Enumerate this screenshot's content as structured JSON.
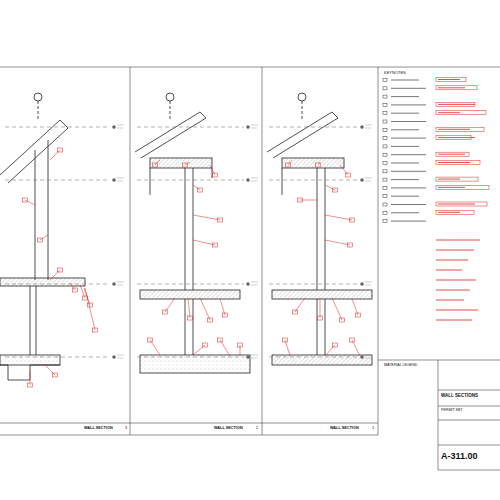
{
  "diagram": {
    "labels": [
      "KEYNOTES",
      "MATERIAL LEGEND",
      "WALL SECTIONS",
      "PERMIT SET",
      "A-311.00",
      "WALL SECTION",
      "3",
      "WALL SECTION",
      "2",
      "WALL SECTION",
      "1"
    ]
  }
}
